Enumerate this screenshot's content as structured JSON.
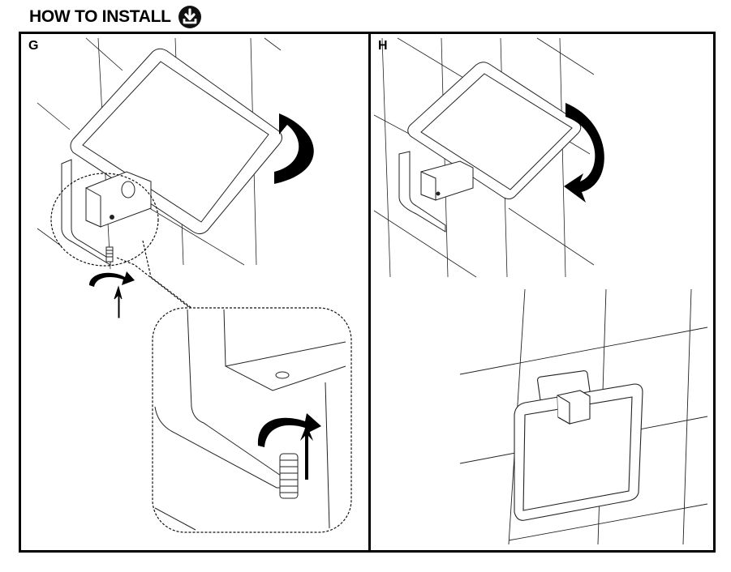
{
  "header": {
    "title": "HOW TO INSTALL",
    "icon": "download-icon"
  },
  "steps": [
    {
      "label": "G",
      "description": "Slide the square ring's post into the bracket and tighten the set screw from below (with magnified detail view).",
      "icons": [
        "rotate-clockwise-arrow-icon",
        "tighten-screw-arrow-icon",
        "up-arrow-icon",
        "magnify-detail-callout"
      ]
    },
    {
      "label": "H",
      "description": "Rotate the ring down into hanging position; final installed towel ring shown on tiled wall.",
      "icons": [
        "rotate-down-arrow-icon"
      ]
    }
  ],
  "colors": {
    "ink": "#000000",
    "paper": "#ffffff"
  }
}
